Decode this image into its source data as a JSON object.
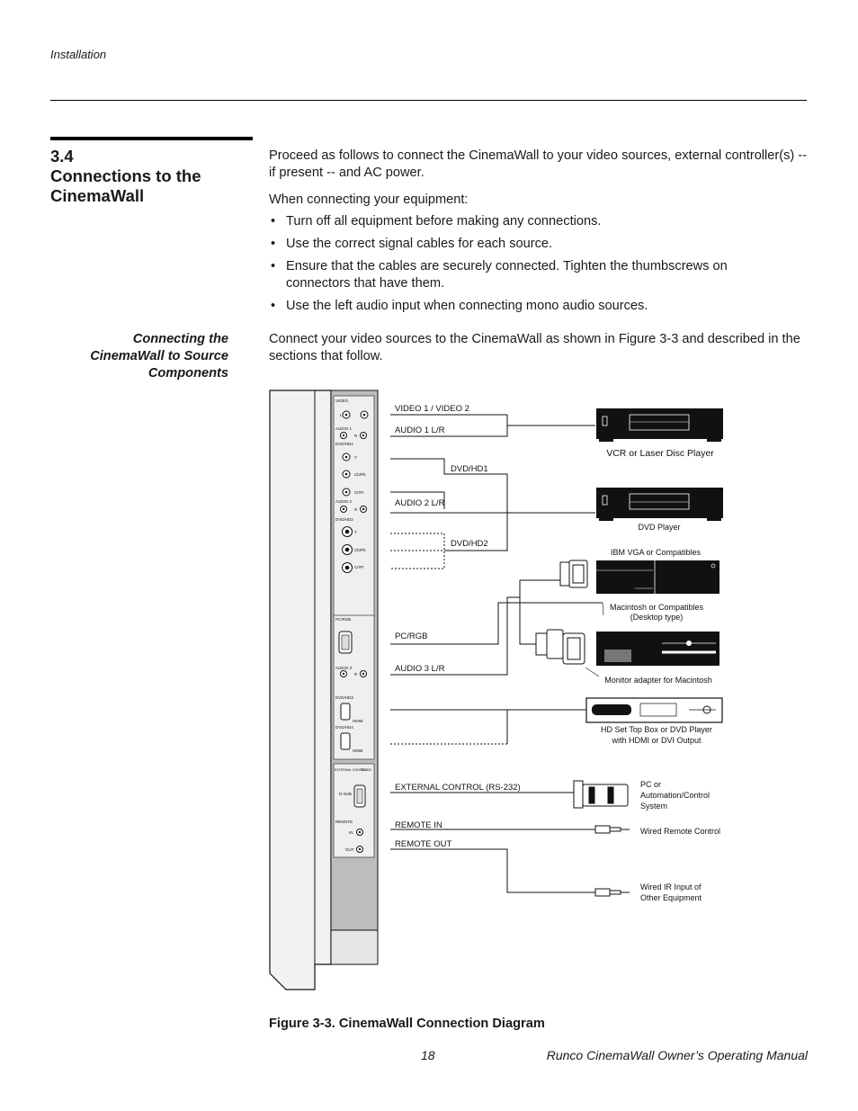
{
  "header": {
    "section_name": "Installation"
  },
  "section": {
    "number": "3.4",
    "title_line1": "Connections to the",
    "title_line2": "CinemaWall"
  },
  "intro": {
    "p1": "Proceed as follows to connect the CinemaWall to your video sources, external controller(s) -- if present -- and AC power.",
    "p2": "When connecting your equipment:",
    "bullets": [
      "Turn off all equipment before making any connections.",
      "Use the correct signal cables for each source.",
      "Ensure that the cables are securely connected. Tighten the thumbscrews on connectors that have them.",
      "Use the left audio input when connecting mono audio sources."
    ]
  },
  "subsection": {
    "title_line1": "Connecting the",
    "title_line2": "CinemaWall to Source",
    "title_line3": "Components",
    "p1": "Connect your video sources to the CinemaWall as shown in Figure 3-3 and described in the sections that follow."
  },
  "diagram": {
    "cable_labels": {
      "video": "VIDEO 1 / VIDEO 2",
      "audio1": "AUDIO 1 L/R",
      "dvdhd1": "DVD/HD1",
      "audio2": "AUDIO 2 L/R",
      "dvdhd2": "DVD/HD2",
      "pcrgb": "PC/RGB",
      "audio3": "AUDIO 3 L/R",
      "ext_control": "EXTERNAL CONTROL (RS-232)",
      "remote_in": "REMOTE IN",
      "remote_out": "REMOTE OUT"
    },
    "device_labels": {
      "vcr": "VCR or Laser Disc Player",
      "dvd": "DVD Player",
      "ibm": "IBM VGA or Compatibles",
      "mac_line1": "Macintosh or Compatibles",
      "mac_line2": "(Desktop type)",
      "mac_adapter": "Monitor adapter for Macintosh",
      "stb_line1": "HD Set Top Box or DVD Player",
      "stb_line2": "with HDMI or DVI Output",
      "pc_line1": "PC or",
      "pc_line2": "Automation/Control",
      "pc_line3": "System",
      "wired_remote": "Wired Remote Control",
      "wired_ir_line1": "Wired IR Input of",
      "wired_ir_line2": "Other Equipment"
    },
    "panel_labels": {
      "video": "VIDEO",
      "audio1": "AUDIO 1",
      "dvdhd1": "DVD/HD1",
      "audio2": "AUDIO 2",
      "dvdhd2": "DVD/HD2",
      "pcrgb": "PC/RGB",
      "audio3": "AUDIO 3",
      "dvdhd3": "DVD/HD3",
      "dvdhd4": "DVD/HD4",
      "hdmi": "HDMI",
      "ext_control": "EXTERNAL CONTROL",
      "rs232": "RS-232",
      "dsub": "D-SUB",
      "remote": "REMOTE",
      "in": "IN",
      "out": "OUT",
      "y": "Y",
      "cbpb": "Cb/Pb",
      "crpr": "Cr/Pr",
      "l": "L",
      "r": "R"
    }
  },
  "figure_caption": "Figure 3-3. CinemaWall Connection Diagram",
  "footer": {
    "page_number": "18",
    "manual_title": "Runco CinemaWall Owner’s Operating Manual"
  }
}
